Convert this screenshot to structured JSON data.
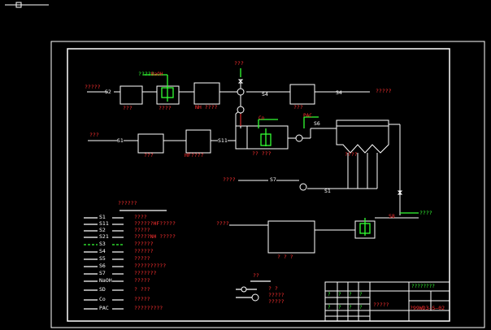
{
  "colors": {
    "background": "#000000",
    "line": "#ffffff",
    "red_text": "#ff3030",
    "green": "#33ff33"
  },
  "icons": [
    "pump-icon",
    "valve-icon",
    "mixer-icon",
    "arrow-icon"
  ],
  "process": {
    "top_left_label": "?????",
    "stream_s2": "S2",
    "tank1_label": "???",
    "tank2_label": "????",
    "dosing_label": "?????",
    "naoh_label": "NaOH",
    "tank3_label": "NH ????",
    "qm1_label": "???",
    "s4_label": "S4",
    "tank4_label": "???",
    "s4_out_label": "S4",
    "top_right_label": "?????",
    "left_mid_label": "???",
    "s1_label": "S1",
    "tank5_label": "???",
    "tank6_label": "HF????",
    "s11_label": "S11",
    "co_label": "Co",
    "pac_label": "PAC",
    "s6_label": "S6",
    "reactor_label": "?? ???",
    "clarifier_label": "????",
    "s7_label": "S7",
    "s1_lower_label": "S1",
    "feed_label": "????",
    "s8_label": "S8",
    "green_right_label": "????",
    "sludge_label": "? ? ?",
    "lower_left_label": "????"
  },
  "legend": {
    "title": "??????",
    "items": [
      {
        "code": "S1",
        "desc": "????"
      },
      {
        "code": "S11",
        "desc": "??????HF?????"
      },
      {
        "code": "S2",
        "desc": "?????"
      },
      {
        "code": "S21",
        "desc": "?????NH ?????"
      },
      {
        "code": "S3",
        "desc": "??????"
      },
      {
        "code": "S4",
        "desc": "??????"
      },
      {
        "code": "S5",
        "desc": "?????"
      },
      {
        "code": "S6",
        "desc": "??????????"
      },
      {
        "code": "S7",
        "desc": "???????"
      },
      {
        "code": "NaOH",
        "desc": "?????"
      },
      {
        "code": "SD",
        "desc": "? ???"
      },
      {
        "code": "Co",
        "desc": "?????"
      },
      {
        "code": "PAC",
        "desc": "?????????"
      }
    ],
    "symbols_title": "??",
    "symbol1_desc": "? ?",
    "symbol2_desc": "?????",
    "symbol3_desc": "?????"
  },
  "title_block": {
    "company": "????????",
    "drawing_name": "?????",
    "drawing_no": "?99WD3—S—02",
    "cells": [
      "?",
      "?",
      "?",
      "?",
      "?",
      "?",
      "?",
      "?"
    ]
  }
}
